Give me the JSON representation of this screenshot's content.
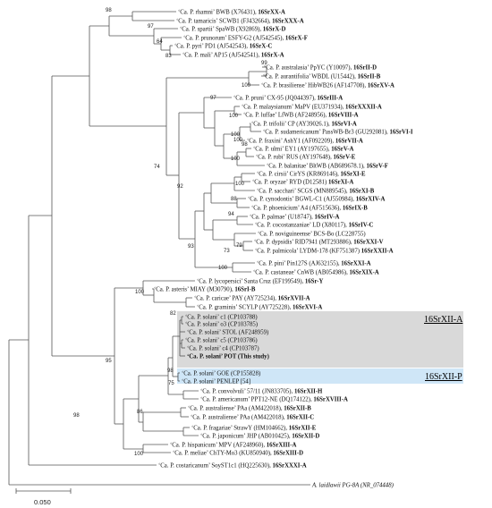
{
  "taxa": [
    {
      "id": "rhamni",
      "name": "‘Ca. P. rhamni’ BWB (X76431), ",
      "group": "16SrXX-A"
    },
    {
      "id": "tamaricis",
      "name": "‘Ca. P. tamaricis’ SCWB1 (FJ432664), ",
      "group": "16SrXXX-A"
    },
    {
      "id": "spartii",
      "name": "‘Ca. P. spartii’ SpaWB (X92869), ",
      "group": "16SrX-D"
    },
    {
      "id": "prunorum",
      "name": "‘Ca. P. prunorum’ ESFY-G2 (AJ542545), ",
      "group": "16SrX-F"
    },
    {
      "id": "pyri",
      "name": "‘Ca. P. pyri’ PD1 (AJ542543), ",
      "group": "16SrX-C"
    },
    {
      "id": "mali",
      "name": "‘Ca. P. mali’ AP15 (AJ542541), ",
      "group": "16SrX-A"
    },
    {
      "id": "australasia",
      "name": "‘Ca. P. australasia’ PpYC (Y10097), ",
      "group": "16SrII-D"
    },
    {
      "id": "aurantifolia",
      "name": "‘Ca. P. aurantifolia’ WBDL (U15442), ",
      "group": "16SrII-B"
    },
    {
      "id": "brasiliense",
      "name": "‘Ca. P. brasiliense’ HibWB26 (AF147708), ",
      "group": "16SrXV-A"
    },
    {
      "id": "pruni",
      "name": "‘Ca. P. pruni’ CX-95 (JQ044397), ",
      "group": "16SrIII-A"
    },
    {
      "id": "malaysianum",
      "name": "‘Ca. P. malaysianum’ MaPV (EU371934), ",
      "group": "16SrXXXII-A"
    },
    {
      "id": "luffae",
      "name": "‘Ca. P. luffae’ LfWB (AF248956), ",
      "group": "16SrVIII-A"
    },
    {
      "id": "trifolii",
      "name": "‘Ca. P. trifolii’ CP (AY39026.1), ",
      "group": "16SrVI-A"
    },
    {
      "id": "sudamericanum",
      "name": "‘Ca. P. sudamericanum’ PassWB-Br3 (GU292081), ",
      "group": "16SrVI-I"
    },
    {
      "id": "fraxini",
      "name": "‘Ca. P. fraxini’ AshY1 (AF092209), ",
      "group": "16SrVII-A"
    },
    {
      "id": "ulmi",
      "name": "‘Ca. P. ulmi’ EY1 (AY197655), ",
      "group": "16SrV-A"
    },
    {
      "id": "rubi",
      "name": "‘Ca. P. rubi’ RUS (AY197648), ",
      "group": "16SrV-E"
    },
    {
      "id": "balanitae",
      "name": "‘Ca. P. balanitae’ BltWB (AB689678.1), ",
      "group": "16SrV-F"
    },
    {
      "id": "cirsii",
      "name": "‘Ca. P. cirsii’ CirYS (KR869146), ",
      "group": "16SrXI-E"
    },
    {
      "id": "oryzae",
      "name": "‘Ca. P. oryzae’ RYD (D12581) ",
      "group": "16SrXI-A"
    },
    {
      "id": "sacchari",
      "name": "‘Ca. P. sacchari’ SCGS (MN889545), ",
      "group": "16SrXI-B"
    },
    {
      "id": "cynodontis",
      "name": "‘Ca. P. cynodontis’ BGWL-C1 (AJ550984), ",
      "group": "16SrXIV-A"
    },
    {
      "id": "phoenicium",
      "name": "‘Ca. P. phoenicium’ A4 (AF515636), ",
      "group": "16SrIX-B"
    },
    {
      "id": "palmae",
      "name": "‘Ca. P. palmae’ (U18747), ",
      "group": "16SrIV-A"
    },
    {
      "id": "cocostanzaniae",
      "name": "‘Ca. P. cocostanzaniae’ LD (X80117), ",
      "group": "16SrIV-C"
    },
    {
      "id": "noviguineense",
      "name": "‘Ca. P. noviguineense’ BCS-Bo (LC228755)",
      "group": ""
    },
    {
      "id": "dypsidis",
      "name": "‘Ca. P. dypsidis’ RID7941 (MT293886), ",
      "group": "16SrXXI-V"
    },
    {
      "id": "palmicola",
      "name": "‘Ca. P. palmicola’ LYDM-178 (KF751387) ",
      "group": "16SrXXII-A"
    },
    {
      "id": "pini",
      "name": "‘Ca. P. pini’ Pin127S (AJ632155), ",
      "group": "16SrXXI-A"
    },
    {
      "id": "castaneae",
      "name": "‘Ca. P. castaneae’ CnWB (AB054986), ",
      "group": "16SrXIX-A"
    },
    {
      "id": "lycopersici",
      "name": "‘Ca. P. lycopersici’ Santa Cruz (EF199549), ",
      "group": "16Sr-Y"
    },
    {
      "id": "asteris",
      "name": "‘Ca. P. asteris’ MIAY (M30790), ",
      "group": "16SrI-B"
    },
    {
      "id": "caricae",
      "name": "‘Ca. P. caricae’ PAY (AY725234), ",
      "group": "16SrXVII-A"
    },
    {
      "id": "graminis",
      "name": "‘Ca. P. graminis’ SCYLP (AY725228), ",
      "group": "16SrXVI-A"
    },
    {
      "id": "solani_c1",
      "name": "‘Ca. P. solani’ c1 (CP103788)",
      "group": ""
    },
    {
      "id": "solani_o3",
      "name": "‘Ca. P. solani’ o3 (CP103785)",
      "group": ""
    },
    {
      "id": "solani_stol",
      "name": "‘Ca. P. solani’ STOL (AF248959)",
      "group": ""
    },
    {
      "id": "solani_c5",
      "name": "‘Ca. P. solani’ c5 (CP103786)",
      "group": ""
    },
    {
      "id": "solani_c4",
      "name": "‘Ca. P. solani’ c4 (CP103787)",
      "group": ""
    },
    {
      "id": "solani_pot",
      "name": "‘Ca. P. solani’ POT (This study)",
      "group": ""
    },
    {
      "id": "solani_goe",
      "name": "‘Ca. P. solani’ GOE (CP155828)",
      "group": ""
    },
    {
      "id": "solani_penlep",
      "name": "‘Ca. P. solani’ PENLEP [54]",
      "group": ""
    },
    {
      "id": "convolvuli",
      "name": "‘Ca. P. convolvuli’ 57/11 (JN833705), ",
      "group": "16SrXII-H"
    },
    {
      "id": "americanum",
      "name": "‘Ca. P. americanum’ PPT12-NE (DQ174122), ",
      "group": "16SrXVIII-A"
    },
    {
      "id": "australiense1",
      "name": "‘Ca. P. australiense’ PAa (AM422018), ",
      "group": "16SrXII-B"
    },
    {
      "id": "australiense2",
      "name": "‘Ca. P. australiense’ PAa (AM422018), ",
      "group": "16SrXII-C"
    },
    {
      "id": "fragariae",
      "name": "‘Ca. P. fragariae’ StrawY (HM104662), ",
      "group": "16SrXII-E"
    },
    {
      "id": "japonicum",
      "name": "‘Ca. P. japonicum’ JHP (AB010425), ",
      "group": "16SrXII-D"
    },
    {
      "id": "hispanicum",
      "name": "‘Ca. P. hispanicum’ MPV (AF248960), ",
      "group": "16SrXIII-A"
    },
    {
      "id": "meliae",
      "name": "‘Ca. P. meliae’ ChTY-Mo3 (KU850940), ",
      "group": "16SrXIII-D"
    },
    {
      "id": "costaricanum",
      "name": "‘Ca. P. costaricanum’ SoyST1c1 (HQ225630), ",
      "group": "16SrXXXI-A"
    },
    {
      "id": "laidlawii",
      "name": "A. laidlawii PG-8A (NR_074448)",
      "group": ""
    }
  ],
  "bootstraps": [
    {
      "id": "b98a",
      "value": "98"
    },
    {
      "id": "b97",
      "value": "97"
    },
    {
      "id": "b64",
      "value": "64"
    },
    {
      "id": "b83",
      "value": "83"
    },
    {
      "id": "b99a",
      "value": "99"
    },
    {
      "id": "b100a",
      "value": "100"
    },
    {
      "id": "b97b",
      "value": "97"
    },
    {
      "id": "b100b",
      "value": "100"
    },
    {
      "id": "b100c",
      "value": "100"
    },
    {
      "id": "b100d",
      "value": "100"
    },
    {
      "id": "b98b",
      "value": "98"
    },
    {
      "id": "b100e",
      "value": "100"
    },
    {
      "id": "b74",
      "value": "74"
    },
    {
      "id": "b92",
      "value": "92"
    },
    {
      "id": "b100f",
      "value": "100"
    },
    {
      "id": "b88",
      "value": "88"
    },
    {
      "id": "b94",
      "value": "94"
    },
    {
      "id": "b79",
      "value": "79"
    },
    {
      "id": "b73",
      "value": "73"
    },
    {
      "id": "b93",
      "value": "93"
    },
    {
      "id": "b100g",
      "value": "100"
    },
    {
      "id": "b100h",
      "value": "100"
    },
    {
      "id": "b82",
      "value": "82"
    },
    {
      "id": "b98c",
      "value": "98"
    },
    {
      "id": "b75",
      "value": "75"
    },
    {
      "id": "b95",
      "value": "95"
    },
    {
      "id": "b86",
      "value": "86"
    },
    {
      "id": "b100i",
      "value": "100"
    },
    {
      "id": "b98d",
      "value": "98"
    }
  ],
  "groups": {
    "xii_a": "16SrXII-A",
    "xii_p": "16SrXII-P"
  },
  "scale_label": "0.050",
  "colors": {
    "highlight_a": "#d9d9d9",
    "highlight_p": "#cfe6f7",
    "branch": "#555555"
  }
}
